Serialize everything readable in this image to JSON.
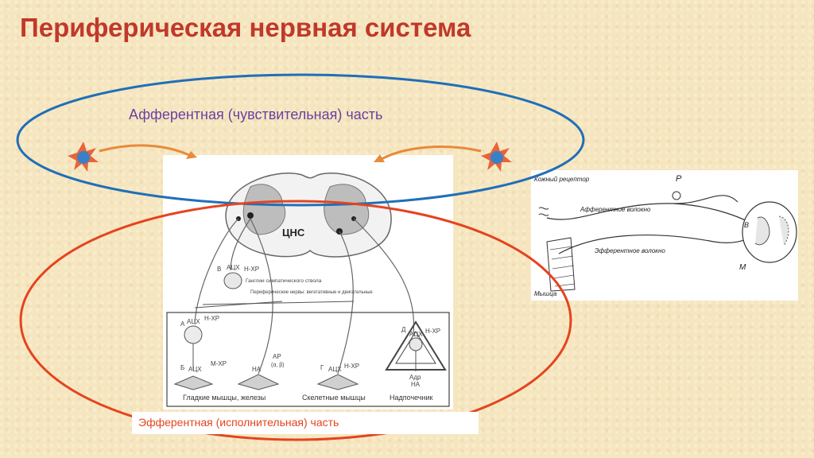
{
  "title": "Периферическая нервная система",
  "afferent_label": "Афферентная (чувствительная) часть",
  "efferent_label": "Эфферентная (исполнительная) часть",
  "colors": {
    "title": "#c0392b",
    "afferent_ellipse": "#1f6fb8",
    "efferent_ellipse": "#e4441f",
    "arrows": "#e88a3a",
    "receptor_fill": "#3a80c8",
    "receptor_rays": "#e8643a"
  },
  "cns_diagram": {
    "center_label": "ЦНС",
    "ganglia_label": "Ганглии симпатического ствола",
    "peripheral_nerves_label": "Периферические нервы: вегетативные и двигательные",
    "ach_label": "АЦХ",
    "n_xr_label": "Н-ХР",
    "m_xr_label": "М-ХР",
    "ar_label": "АР",
    "ar_sub": "(α, β)",
    "ha_label": "НА",
    "adr_label": "Адр",
    "letters": [
      "А",
      "Б",
      "В",
      "Г",
      "Д"
    ],
    "bottom_labels": [
      "Гладкие мышцы, железы",
      "Скелетные мышцы",
      "Надпочечник"
    ]
  },
  "reflex_diagram": {
    "skin_receptor": "Кожный рецептор",
    "afferent_fiber": "Афферентное волокно",
    "efferent_fiber": "Эфферентное волокно",
    "muscle": "Мышца",
    "letter_p": "Р",
    "letter_v": "В",
    "letter_m": "М"
  }
}
